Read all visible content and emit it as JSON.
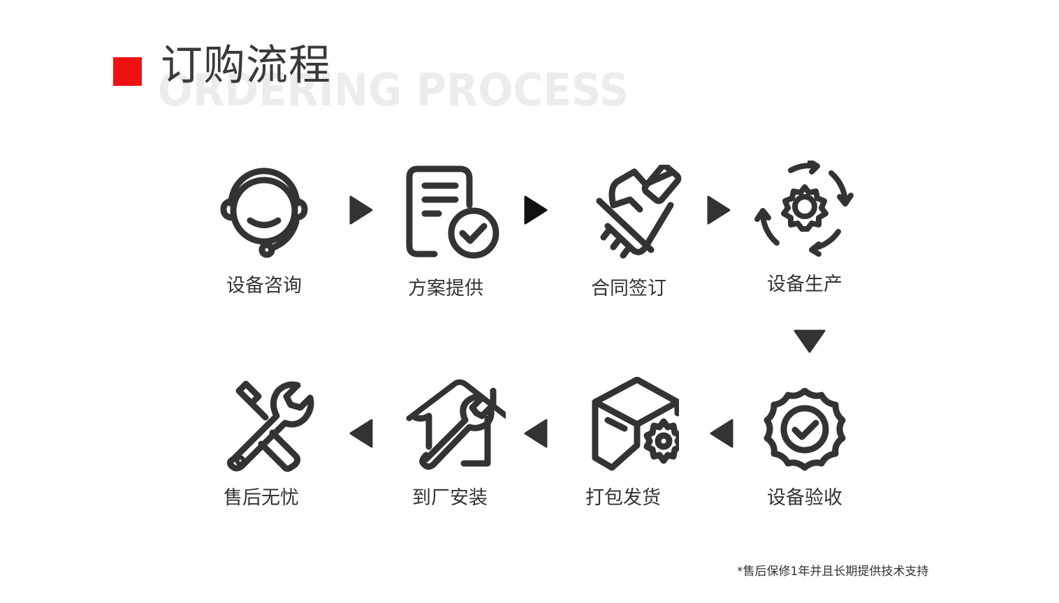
{
  "header": {
    "title": "订购流程",
    "subtitle": "ORDERING PROCESS",
    "accent_color": "#ee1111"
  },
  "steps": [
    {
      "label": "设备咨询",
      "icon": "headset-icon"
    },
    {
      "label": "方案提供",
      "icon": "document-check-icon"
    },
    {
      "label": "合同签订",
      "icon": "handshake-icon"
    },
    {
      "label": "设备生产",
      "icon": "gear-cycle-icon"
    },
    {
      "label": "设备验收",
      "icon": "badge-check-icon"
    },
    {
      "label": "打包发货",
      "icon": "box-gear-icon"
    },
    {
      "label": "到厂安装",
      "icon": "house-wrench-icon"
    },
    {
      "label": "售后无忧",
      "icon": "tools-icon"
    }
  ],
  "footnote": "*售后保修1年并且长期提供技术支持"
}
